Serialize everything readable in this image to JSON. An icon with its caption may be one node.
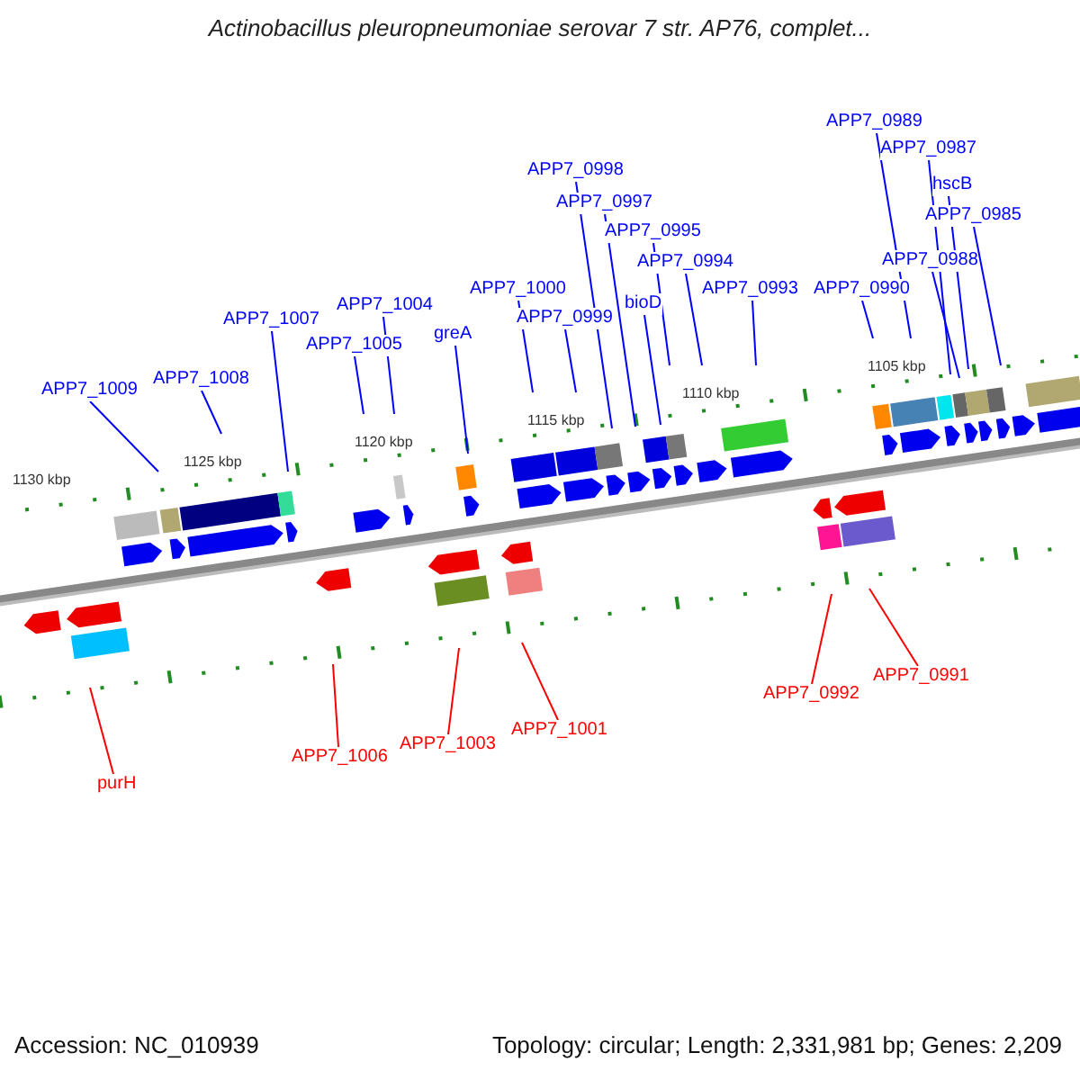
{
  "diagram": {
    "title": "Actinobacillus pleuropneumoniae serovar 7 str. AP76, complet...",
    "nodes": [
      {
        "text": [
          "APP7_0989"
        ]
      },
      {
        "text": [
          "APP7_0987"
        ]
      },
      {
        "text": [
          "APP7_0998"
        ]
      },
      {
        "text": [
          "hscB"
        ]
      },
      {
        "text": [
          "APP7_0997"
        ]
      },
      {
        "text": [
          "APP7_0985"
        ]
      },
      {
        "text": [
          "APP7_0995"
        ]
      },
      {
        "text": [
          "APP7_0988"
        ]
      },
      {
        "text": [
          "APP7_0994"
        ]
      },
      {
        "text": [
          "APP7_1000"
        ]
      },
      {
        "text": [
          "APP7_0993"
        ]
      },
      {
        "text": [
          "APP7_0990"
        ]
      },
      {
        "text": [
          "bioD"
        ]
      },
      {
        "text": [
          "APP7_1004"
        ]
      },
      {
        "text": [
          "APP7_0999"
        ]
      },
      {
        "text": [
          "APP7_1007"
        ]
      },
      {
        "text": [
          "greA"
        ]
      },
      {
        "text": [
          "APP7_1005"
        ]
      },
      {
        "text": [
          "APP7_1008"
        ]
      },
      {
        "text": [
          "APP7_1009"
        ]
      },
      {
        "text": [
          "APP7_0991"
        ]
      },
      {
        "text": [
          "APP7_0992"
        ]
      },
      {
        "text": [
          "APP7_1001"
        ]
      },
      {
        "text": [
          "APP7_1003"
        ]
      },
      {
        "text": [
          "APP7_1006"
        ]
      },
      {
        "text": [
          "purH"
        ]
      }
    ],
    "edges": [
      {
        "from": 0,
        "to": null,
        "arrow": "none"
      },
      {
        "from": 1,
        "to": null,
        "arrow": "none"
      },
      {
        "from": 2,
        "to": null,
        "arrow": "none"
      },
      {
        "from": 3,
        "to": null,
        "arrow": "none"
      },
      {
        "from": 4,
        "to": null,
        "arrow": "none"
      },
      {
        "from": 5,
        "to": null,
        "arrow": "none"
      },
      {
        "from": 6,
        "to": null,
        "arrow": "none"
      },
      {
        "from": 7,
        "to": null,
        "arrow": "none"
      },
      {
        "from": 8,
        "to": null,
        "arrow": "none"
      },
      {
        "from": 9,
        "to": null,
        "arrow": "none"
      },
      {
        "from": 10,
        "to": null,
        "arrow": "none"
      },
      {
        "from": 11,
        "to": null,
        "arrow": "none"
      },
      {
        "from": 12,
        "to": null,
        "arrow": "none"
      },
      {
        "from": 13,
        "to": null,
        "arrow": "none"
      },
      {
        "from": 14,
        "to": null,
        "arrow": "none"
      },
      {
        "from": 15,
        "to": null,
        "arrow": "none"
      },
      {
        "from": 16,
        "to": null,
        "arrow": "none"
      },
      {
        "from": 17,
        "to": null,
        "arrow": "none"
      },
      {
        "from": 18,
        "to": null,
        "arrow": "none"
      },
      {
        "from": 19,
        "to": null,
        "arrow": "none"
      },
      {
        "from": 20,
        "to": null,
        "arrow": "none",
        "color": "#ff0000"
      },
      {
        "from": 21,
        "to": null,
        "arrow": "none",
        "color": "#ff0000"
      },
      {
        "from": 22,
        "to": null,
        "arrow": "none",
        "color": "#ff0000"
      },
      {
        "from": 23,
        "to": null,
        "arrow": "none",
        "color": "#ff0000"
      },
      {
        "from": 24,
        "to": null,
        "arrow": "none",
        "color": "#ff0000"
      },
      {
        "from": 25,
        "to": null,
        "arrow": "none",
        "color": "#ff0000"
      }
    ],
    "labels": [
      "1105 kbp",
      "1110 kbp",
      "1115 kbp",
      "1120 kbp",
      "1125 kbp",
      "1130 kbp",
      "Accession: NC_010939",
      "Topology: circular; Length: 2,331,981 bp; Genes: 2,209"
    ]
  }
}
